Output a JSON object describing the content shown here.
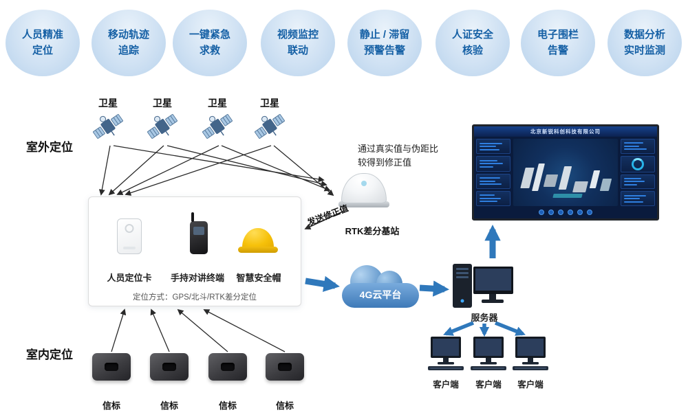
{
  "badges": [
    {
      "line1": "人员精准",
      "line2": "定位"
    },
    {
      "line1": "移动轨迹",
      "line2": "追踪"
    },
    {
      "line1": "一键紧急",
      "line2": "求救"
    },
    {
      "line1": "视频监控",
      "line2": "联动"
    },
    {
      "line1": "静止 / 滞留",
      "line2": "预警告警"
    },
    {
      "line1": "人证安全",
      "line2": "核验"
    },
    {
      "line1": "电子围栏",
      "line2": "告警"
    },
    {
      "line1": "数据分析",
      "line2": "实时监测"
    }
  ],
  "sections": {
    "outdoor": "室外定位",
    "indoor": "室内定位"
  },
  "labels": {
    "satellite": "卫星",
    "beacon": "信标",
    "client": "客户端",
    "server": "服务器"
  },
  "rtk": {
    "station": "RTK差分基站",
    "note_line1": "通过真实值与伪距比",
    "note_line2": "较得到修正值",
    "send": "发送修正值"
  },
  "device_box": {
    "card": "人员定位卡",
    "handheld": "手持对讲终端",
    "helmet": "智慧安全帽",
    "mode": "定位方式：GPS/北斗/RTK差分定位"
  },
  "cloud": {
    "label": "4G云平台"
  },
  "dashboard": {
    "title": "北京新锐科创科技有限公司"
  },
  "colors": {
    "accent_blue": "#2f78bb",
    "badge_text": "#1560a5",
    "line_black": "#2a2a2a"
  }
}
